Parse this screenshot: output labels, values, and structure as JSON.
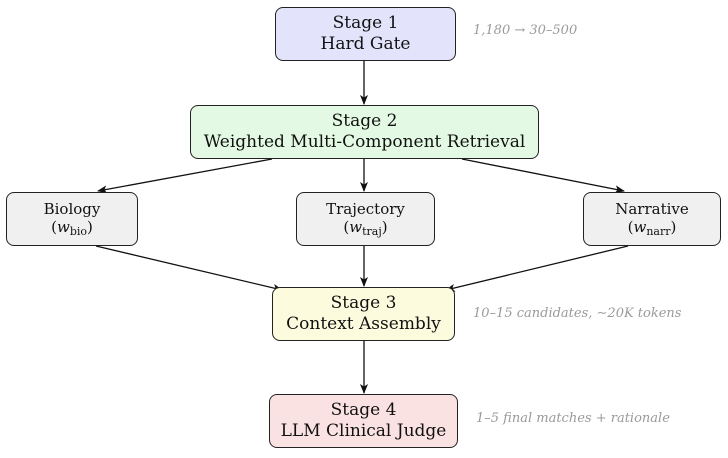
{
  "colors": {
    "stage1_fill": "#e3e4fb",
    "stage2_fill": "#e3f9e3",
    "branch_fill": "#f0f0f0",
    "stage3_fill": "#fdfbdd",
    "stage4_fill": "#fbe2e2",
    "border": "#222222",
    "note_text": "#9a9a9a"
  },
  "stage1": {
    "title": "Stage 1",
    "subtitle": "Hard Gate"
  },
  "stage2": {
    "title": "Stage 2",
    "subtitle": "Weighted Multi-Component Retrieval"
  },
  "biology": {
    "label": "Biology",
    "weight_symbol": "w",
    "weight_sub": "bio"
  },
  "trajectory": {
    "label": "Trajectory",
    "weight_symbol": "w",
    "weight_sub": "traj"
  },
  "narrative": {
    "label": "Narrative",
    "weight_symbol": "w",
    "weight_sub": "narr"
  },
  "stage3": {
    "title": "Stage 3",
    "subtitle": "Context Assembly"
  },
  "stage4": {
    "title": "Stage 4",
    "subtitle": "LLM Clinical Judge"
  },
  "notes": {
    "stage1": "1,180 → 30–500",
    "stage3": "10–15 candidates, ∼20K tokens",
    "stage4": "1–5 final matches + rationale"
  }
}
